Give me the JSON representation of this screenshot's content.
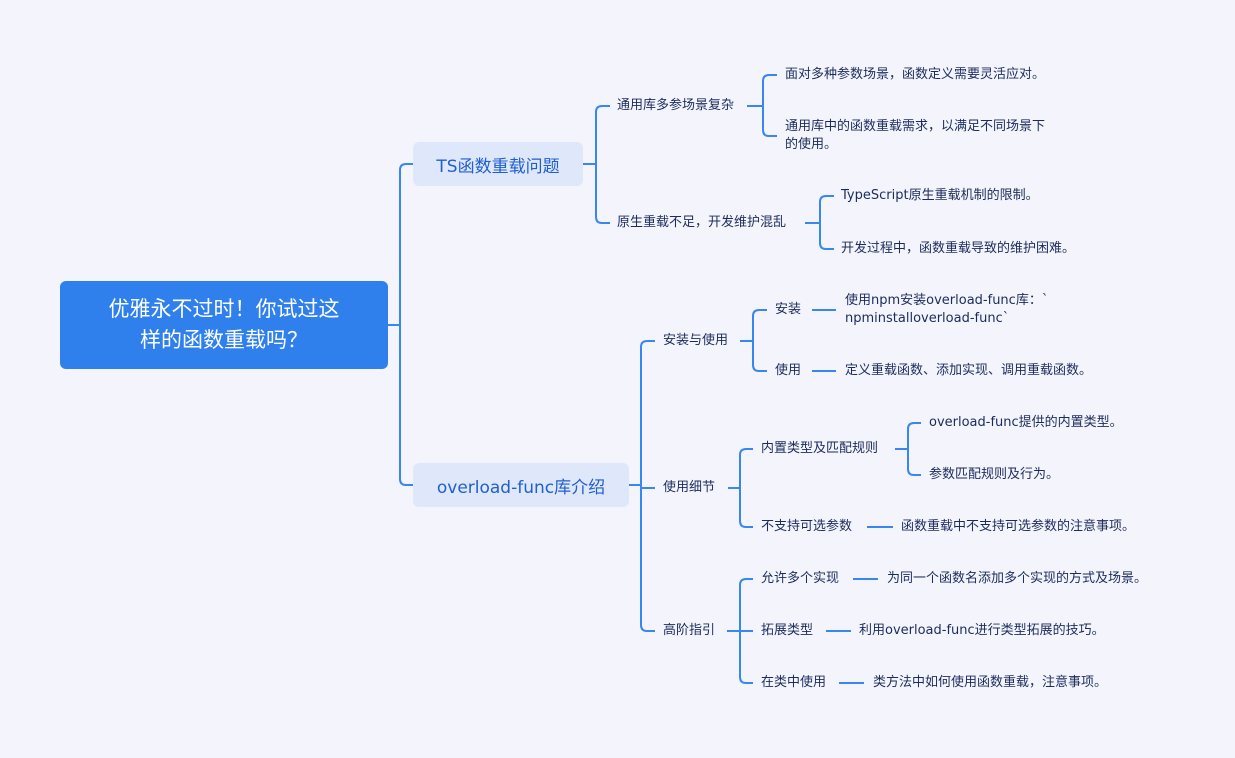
{
  "root": {
    "line1": "优雅永不过时！你试过这",
    "line2": "样的函数重载吗？"
  },
  "branches": [
    {
      "label": "TS函数重载问题",
      "children": [
        {
          "label": "通用库多参场景复杂",
          "children": [
            "面对多种参数场景，函数定义需要灵活应对。",
            "通用库中的函数重载需求，以满足不同场景下",
            "的使用。"
          ]
        },
        {
          "label": "原生重载不足，开发维护混乱",
          "children": [
            "TypeScript原生重载机制的限制。",
            "开发过程中，函数重载导致的维护困难。"
          ]
        }
      ]
    },
    {
      "label": "overload-func库介绍",
      "children": [
        {
          "label": "安装与使用",
          "children": [
            {
              "label": "安装",
              "detail": [
                "使用npm安装overload-func库：`",
                "npminstalloverload-func`"
              ]
            },
            {
              "label": "使用",
              "detail": [
                "定义重载函数、添加实现、调用重载函数。"
              ]
            }
          ]
        },
        {
          "label": "使用细节",
          "children": [
            {
              "label": "内置类型及匹配规则",
              "detail": [
                "overload-func提供的内置类型。",
                "参数匹配规则及行为。"
              ]
            },
            {
              "label": "不支持可选参数",
              "detail": [
                "函数重载中不支持可选参数的注意事项。"
              ]
            }
          ]
        },
        {
          "label": "高阶指引",
          "children": [
            {
              "label": "允许多个实现",
              "detail": [
                "为同一个函数名添加多个实现的方式及场景。"
              ]
            },
            {
              "label": "拓展类型",
              "detail": [
                "利用overload-func进行类型拓展的技巧。"
              ]
            },
            {
              "label": "在类中使用",
              "detail": [
                "类方法中如何使用函数重载，注意事项。"
              ]
            }
          ]
        }
      ]
    }
  ],
  "colors": {
    "background": "#f4f5fc",
    "root": "#2f80ed",
    "branch_bg": "#dfe7fb",
    "line": "#3a86f0",
    "text": "#1b2b5c"
  }
}
